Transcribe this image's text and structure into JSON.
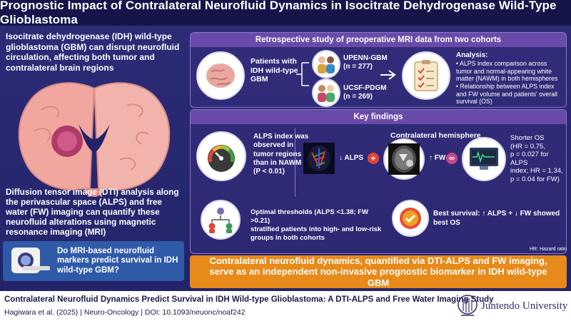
{
  "title": "Prognostic Impact of Contralateral Neurofluid Dynamics in Isocitrate Dehydrogenase Wild-Type Glioblastoma",
  "left": {
    "intro": "Isocitrate dehydrogenase (IDH) wild-type glioblastoma (GBM) can disrupt neurofluid circulation, affecting both tumor and contralateral brain regions",
    "dti": "Diffusion tensor image (DTI) analysis along the perivascular space (ALPS) and free water (FW) imaging can quantify these neurofluid alterations using magnetic resonance imaging (MRI)",
    "question": "Do MRI-based neurofluid markers predict survival in IDH wild-type GBM?"
  },
  "study": {
    "header": "Retrospective study of preoperative MRI data from two cohorts",
    "patients": "Patients with IDH wild-type GBM",
    "cohort1_name": "UPENN-GBM",
    "cohort1_n": "(n = 277)",
    "cohort2_name": "UCSF-PDGM",
    "cohort2_n": "(n = 269)",
    "analysis_title": "Analysis:",
    "analysis_items": [
      "ALPS index comparison across tumor and normal-appearing white matter (NAWM) in both hemispheres",
      "Relationship between ALPS index and FW volume and patients' overall survival (OS)"
    ]
  },
  "findings": {
    "header": "Key findings",
    "alps_lower_1": "ALPS index was",
    "alps_lower_2": "observed in",
    "alps_lower_3": "tumor regions",
    "alps_lower_4": "than in NAWM",
    "alps_lower_5": "(P < 0.01)",
    "contra_title": "Contralateral hemisphere",
    "down_alps": "↓ ALPS",
    "plus": "+",
    "up_fw": "↑ FW",
    "infinity": "∞",
    "shorter_os_1": "Shorter OS",
    "shorter_os_2": "(HR = 0.75,",
    "shorter_os_3": "p = 0.027 for ALPS",
    "shorter_os_4": "index; HR = 1.34,",
    "shorter_os_5": "p = 0.04 for FW)",
    "thresholds_1": "Optimal thresholds (ALPS <1.38; FW >0.21)",
    "thresholds_2": "stratified patients into high- and low-risk",
    "thresholds_3": "groups in both cohorts",
    "best_1": "Best survival: ↑ ALPS + ↓ FW showed",
    "best_2": "best OS",
    "hr_note": "HR: Hazard ratio"
  },
  "conclusion": "Contralateral neurofluid dynamics, quantified via DTI-ALPS and FW imaging, serve as an independent non-invasive prognostic biomarker in IDH wild-type GBM",
  "footer": {
    "title": "Contralateral Neurofluid Dynamics Predict Survival in IDH Wild-type Glioblastoma: A DTI-ALPS and Free Water Imaging Study",
    "citation": "Hagiwara et al. (2025)  |  Neuro-Oncology  |  DOI: 10.1093/neuonc/noaf242",
    "org": "Juntendo University"
  },
  "colors": {
    "background": "#2a2a78",
    "title_bar": "#15154a",
    "panel_header": "#6a4aa8",
    "question_box": "#2f5aa8",
    "conclusion": "#e88a1a"
  }
}
